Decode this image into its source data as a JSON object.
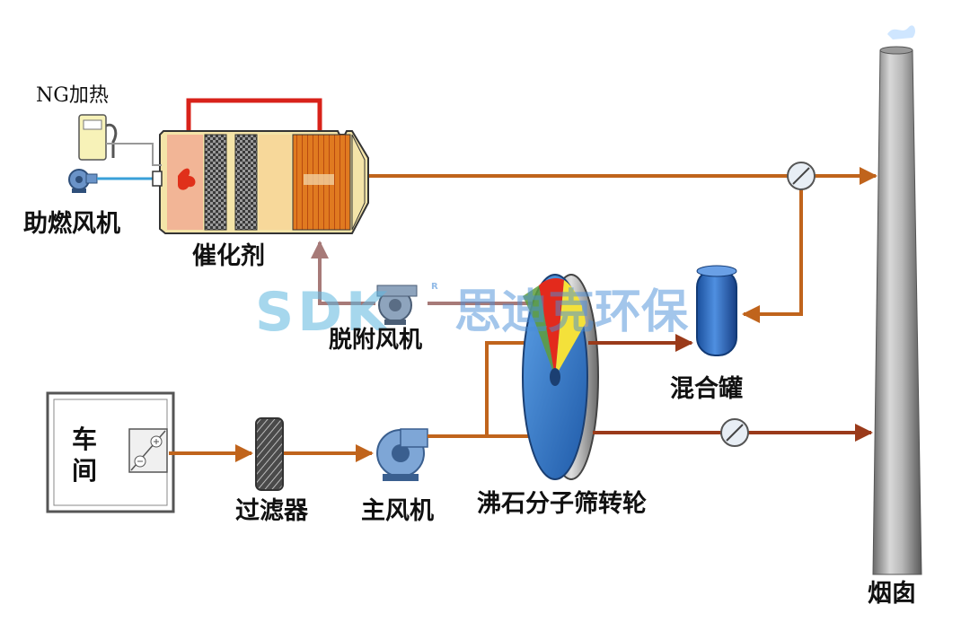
{
  "labels": {
    "ng_heating": "NG加热",
    "combustion_fan": "助燃风机",
    "catalyst": "催化剂",
    "desorption_fan": "脱附风机",
    "mixing_tank": "混合罐",
    "workshop": "车间",
    "filter": "过滤器",
    "main_fan": "主风机",
    "zeolite_rotor": "沸石分子筛转轮",
    "chimney": "烟囱"
  },
  "watermark": {
    "logo": "SDK",
    "registered": "R",
    "name": "思迪克环保"
  },
  "colors": {
    "pipe_main": "#c0641c",
    "pipe_dark": "#9a3a1a",
    "pipe_blue": "#3aa0d8",
    "pipe_red": "#d8221a",
    "rotor_blue": "#2f6eb8",
    "catalyst_hatch": "#d86a1a"
  },
  "icons": [
    "fuel-pump-icon",
    "fan-icon",
    "chimney-icon",
    "valve-icon"
  ]
}
